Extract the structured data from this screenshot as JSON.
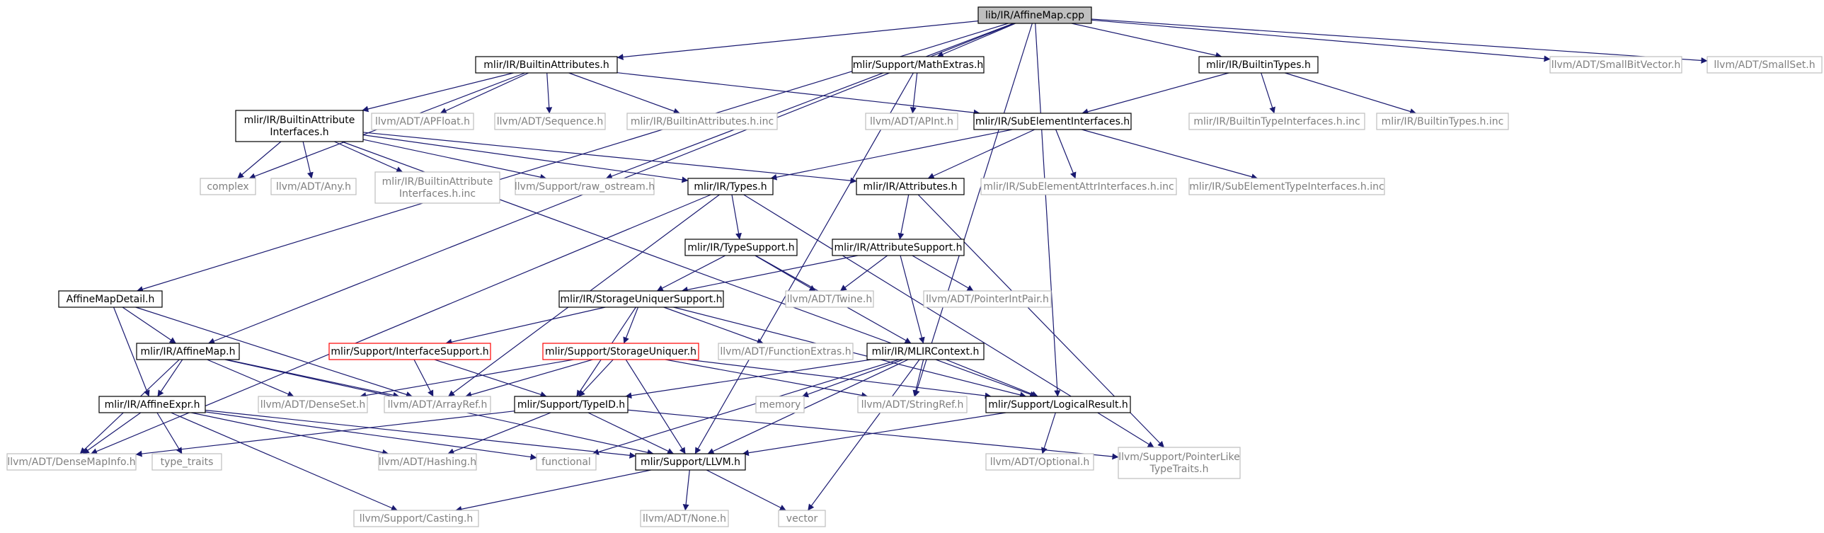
{
  "colors": {
    "edge": "#191970",
    "black_border": "#000000",
    "gray_border": "#bfbfbf",
    "red_border": "#ff0000",
    "root_fill": "#bfbfbf",
    "text_black": "#000000",
    "text_gray": "#7f7f7f"
  },
  "nodes": [
    {
      "id": "root",
      "lines": [
        "lib/IR/AffineMap.cpp"
      ],
      "style": "root"
    },
    {
      "id": "builtinattr",
      "lines": [
        "mlir/IR/BuiltinAttributes.h"
      ],
      "style": "black"
    },
    {
      "id": "mathextras",
      "lines": [
        "mlir/Support/MathExtras.h"
      ],
      "style": "black"
    },
    {
      "id": "builtintypes",
      "lines": [
        "mlir/IR/BuiltinTypes.h"
      ],
      "style": "black"
    },
    {
      "id": "smallbitvector",
      "lines": [
        "llvm/ADT/SmallBitVector.h"
      ],
      "style": "gray"
    },
    {
      "id": "smallset",
      "lines": [
        "llvm/ADT/SmallSet.h"
      ],
      "style": "gray"
    },
    {
      "id": "builtinattrif",
      "lines": [
        "mlir/IR/BuiltinAttribute",
        "Interfaces.h"
      ],
      "style": "black"
    },
    {
      "id": "apfloat",
      "lines": [
        "llvm/ADT/APFloat.h"
      ],
      "style": "gray"
    },
    {
      "id": "sequence",
      "lines": [
        "llvm/ADT/Sequence.h"
      ],
      "style": "gray"
    },
    {
      "id": "builtinattrinc",
      "lines": [
        "mlir/IR/BuiltinAttributes.h.inc"
      ],
      "style": "gray"
    },
    {
      "id": "apint",
      "lines": [
        "llvm/ADT/APInt.h"
      ],
      "style": "gray"
    },
    {
      "id": "subelem",
      "lines": [
        "mlir/IR/SubElementInterfaces.h"
      ],
      "style": "black"
    },
    {
      "id": "builtintypeifinc",
      "lines": [
        "mlir/IR/BuiltinTypeInterfaces.h.inc"
      ],
      "style": "gray"
    },
    {
      "id": "builtintypesinc",
      "lines": [
        "mlir/IR/BuiltinTypes.h.inc"
      ],
      "style": "gray"
    },
    {
      "id": "complex",
      "lines": [
        "complex"
      ],
      "style": "gray"
    },
    {
      "id": "any",
      "lines": [
        "llvm/ADT/Any.h"
      ],
      "style": "gray"
    },
    {
      "id": "builtinattrifinc",
      "lines": [
        "mlir/IR/BuiltinAttribute",
        "Interfaces.h.inc"
      ],
      "style": "gray"
    },
    {
      "id": "rawostream",
      "lines": [
        "llvm/Support/raw_ostream.h"
      ],
      "style": "gray"
    },
    {
      "id": "types",
      "lines": [
        "mlir/IR/Types.h"
      ],
      "style": "black"
    },
    {
      "id": "attributes",
      "lines": [
        "mlir/IR/Attributes.h"
      ],
      "style": "black"
    },
    {
      "id": "subelemattrinc",
      "lines": [
        "mlir/IR/SubElementAttrInterfaces.h.inc"
      ],
      "style": "gray"
    },
    {
      "id": "subelemtypeinc",
      "lines": [
        "mlir/IR/SubElementTypeInterfaces.h.inc"
      ],
      "style": "gray"
    },
    {
      "id": "typesupport",
      "lines": [
        "mlir/IR/TypeSupport.h"
      ],
      "style": "black"
    },
    {
      "id": "attrsupport",
      "lines": [
        "mlir/IR/AttributeSupport.h"
      ],
      "style": "black"
    },
    {
      "id": "affinemapdetail",
      "lines": [
        "AffineMapDetail.h"
      ],
      "style": "black"
    },
    {
      "id": "storageuniquersupport",
      "lines": [
        "mlir/IR/StorageUniquerSupport.h"
      ],
      "style": "black"
    },
    {
      "id": "twine",
      "lines": [
        "llvm/ADT/Twine.h"
      ],
      "style": "gray"
    },
    {
      "id": "pointerintpair",
      "lines": [
        "llvm/ADT/PointerIntPair.h"
      ],
      "style": "gray"
    },
    {
      "id": "affinemap",
      "lines": [
        "mlir/IR/AffineMap.h"
      ],
      "style": "black"
    },
    {
      "id": "interfacesupport",
      "lines": [
        "mlir/Support/InterfaceSupport.h"
      ],
      "style": "red"
    },
    {
      "id": "storageuniquer",
      "lines": [
        "mlir/Support/StorageUniquer.h"
      ],
      "style": "red"
    },
    {
      "id": "functionextras",
      "lines": [
        "llvm/ADT/FunctionExtras.h"
      ],
      "style": "gray"
    },
    {
      "id": "mlircontext",
      "lines": [
        "mlir/IR/MLIRContext.h"
      ],
      "style": "black"
    },
    {
      "id": "affineexpr",
      "lines": [
        "mlir/IR/AffineExpr.h"
      ],
      "style": "black"
    },
    {
      "id": "denseset",
      "lines": [
        "llvm/ADT/DenseSet.h"
      ],
      "style": "gray"
    },
    {
      "id": "arrayref",
      "lines": [
        "llvm/ADT/ArrayRef.h"
      ],
      "style": "gray"
    },
    {
      "id": "typeid",
      "lines": [
        "mlir/Support/TypeID.h"
      ],
      "style": "black"
    },
    {
      "id": "memory",
      "lines": [
        "memory"
      ],
      "style": "gray"
    },
    {
      "id": "stringref",
      "lines": [
        "llvm/ADT/StringRef.h"
      ],
      "style": "gray"
    },
    {
      "id": "logicalresult",
      "lines": [
        "mlir/Support/LogicalResult.h"
      ],
      "style": "black"
    },
    {
      "id": "densemapinfo",
      "lines": [
        "llvm/ADT/DenseMapInfo.h"
      ],
      "style": "gray"
    },
    {
      "id": "typetraits",
      "lines": [
        "type_traits"
      ],
      "style": "gray"
    },
    {
      "id": "hashing",
      "lines": [
        "llvm/ADT/Hashing.h"
      ],
      "style": "gray"
    },
    {
      "id": "functional",
      "lines": [
        "functional"
      ],
      "style": "gray"
    },
    {
      "id": "llvm",
      "lines": [
        "mlir/Support/LLVM.h"
      ],
      "style": "black"
    },
    {
      "id": "optional",
      "lines": [
        "llvm/ADT/Optional.h"
      ],
      "style": "gray"
    },
    {
      "id": "pointerlike",
      "lines": [
        "llvm/Support/PointerLike",
        "TypeTraits.h"
      ],
      "style": "gray"
    },
    {
      "id": "casting",
      "lines": [
        "llvm/Support/Casting.h"
      ],
      "style": "gray"
    },
    {
      "id": "none",
      "lines": [
        "llvm/ADT/None.h"
      ],
      "style": "gray"
    },
    {
      "id": "vector",
      "lines": [
        "vector"
      ],
      "style": "gray"
    }
  ],
  "edges": [
    [
      "root",
      "builtinattr"
    ],
    [
      "root",
      "mathextras"
    ],
    [
      "root",
      "builtintypes"
    ],
    [
      "root",
      "smallbitvector"
    ],
    [
      "root",
      "smallset"
    ],
    [
      "root",
      "affinemapdetail"
    ],
    [
      "root",
      "affinemap"
    ],
    [
      "root",
      "rawostream"
    ],
    [
      "root",
      "stringref"
    ],
    [
      "root",
      "logicalresult"
    ],
    [
      "builtinattr",
      "builtinattrif"
    ],
    [
      "builtinattr",
      "apfloat"
    ],
    [
      "builtinattr",
      "sequence"
    ],
    [
      "builtinattr",
      "builtinattrinc"
    ],
    [
      "builtinattr",
      "subelem"
    ],
    [
      "builtinattr",
      "complex"
    ],
    [
      "mathextras",
      "apint"
    ],
    [
      "mathextras",
      "llvm"
    ],
    [
      "builtintypes",
      "subelem"
    ],
    [
      "builtintypes",
      "builtintypeifinc"
    ],
    [
      "builtintypes",
      "builtintypesinc"
    ],
    [
      "builtinattrif",
      "complex"
    ],
    [
      "builtinattrif",
      "any"
    ],
    [
      "builtinattrif",
      "builtinattrifinc"
    ],
    [
      "builtinattrif",
      "rawostream"
    ],
    [
      "builtinattrif",
      "types"
    ],
    [
      "builtinattrif",
      "attributes"
    ],
    [
      "builtinattrif",
      "logicalresult"
    ],
    [
      "subelem",
      "types"
    ],
    [
      "subelem",
      "attributes"
    ],
    [
      "subelem",
      "subelemattrinc"
    ],
    [
      "subelem",
      "subelemtypeinc"
    ],
    [
      "types",
      "typesupport"
    ],
    [
      "types",
      "densemapinfo"
    ],
    [
      "types",
      "arrayref"
    ],
    [
      "types",
      "pointerlike"
    ],
    [
      "attributes",
      "attrsupport"
    ],
    [
      "attributes",
      "pointerlike"
    ],
    [
      "typesupport",
      "storageuniquersupport"
    ],
    [
      "typesupport",
      "twine"
    ],
    [
      "typesupport",
      "mlircontext"
    ],
    [
      "attrsupport",
      "storageuniquersupport"
    ],
    [
      "attrsupport",
      "twine"
    ],
    [
      "attrsupport",
      "pointerintpair"
    ],
    [
      "attrsupport",
      "mlircontext"
    ],
    [
      "storageuniquersupport",
      "interfacesupport"
    ],
    [
      "storageuniquersupport",
      "storageuniquer"
    ],
    [
      "storageuniquersupport",
      "functionextras"
    ],
    [
      "storageuniquersupport",
      "typeid"
    ],
    [
      "storageuniquersupport",
      "logicalresult"
    ],
    [
      "affinemapdetail",
      "affinemap"
    ],
    [
      "affinemapdetail",
      "affineexpr"
    ],
    [
      "affinemapdetail",
      "arrayref"
    ],
    [
      "affinemap",
      "affineexpr"
    ],
    [
      "affinemap",
      "denseset"
    ],
    [
      "affinemap",
      "arrayref"
    ],
    [
      "affinemap",
      "densemapinfo"
    ],
    [
      "affinemap",
      "llvm"
    ],
    [
      "interfacesupport",
      "arrayref"
    ],
    [
      "interfacesupport",
      "typeid"
    ],
    [
      "storageuniquer",
      "denseset"
    ],
    [
      "storageuniquer",
      "arrayref"
    ],
    [
      "storageuniquer",
      "typeid"
    ],
    [
      "storageuniquer",
      "stringref"
    ],
    [
      "storageuniquer",
      "llvm"
    ],
    [
      "storageuniquer",
      "logicalresult"
    ],
    [
      "mlircontext",
      "typeid"
    ],
    [
      "mlircontext",
      "memory"
    ],
    [
      "mlircontext",
      "stringref"
    ],
    [
      "mlircontext",
      "logicalresult"
    ],
    [
      "mlircontext",
      "functional"
    ],
    [
      "mlircontext",
      "llvm"
    ],
    [
      "mlircontext",
      "vector"
    ],
    [
      "affineexpr",
      "densemapinfo"
    ],
    [
      "affineexpr",
      "typetraits"
    ],
    [
      "affineexpr",
      "hashing"
    ],
    [
      "affineexpr",
      "functional"
    ],
    [
      "affineexpr",
      "llvm"
    ],
    [
      "affineexpr",
      "casting"
    ],
    [
      "typeid",
      "densemapinfo"
    ],
    [
      "typeid",
      "hashing"
    ],
    [
      "typeid",
      "llvm"
    ],
    [
      "typeid",
      "pointerlike"
    ],
    [
      "logicalresult",
      "llvm"
    ],
    [
      "logicalresult",
      "optional"
    ],
    [
      "llvm",
      "casting"
    ],
    [
      "llvm",
      "none"
    ],
    [
      "llvm",
      "vector"
    ]
  ]
}
